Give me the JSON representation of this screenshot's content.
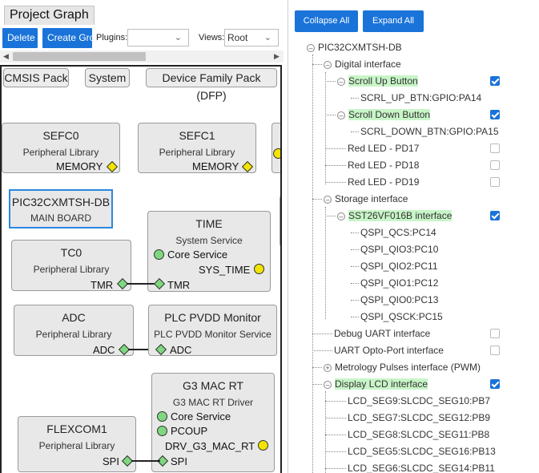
{
  "graph": {
    "tab_title": "Project Graph",
    "toolbar": {
      "delete_label": "Delete",
      "create_group_label": "Create Gro",
      "plugins_label": "Plugins:",
      "plugins_value": "",
      "views_label": "Views:",
      "views_value": "Root"
    },
    "packs": [
      "CMSIS Pack",
      "System",
      "Device Family Pack (DFP)"
    ],
    "components": {
      "sefc0": {
        "title": "SEFC0",
        "subtitle": "Peripheral Library",
        "port": "MEMORY"
      },
      "sefc1": {
        "title": "SEFC1",
        "subtitle": "Peripheral Library",
        "port": "MEMORY"
      },
      "board": {
        "title": "PIC32CXMTSH-DB",
        "subtitle": "MAIN BOARD"
      },
      "time": {
        "title": "TIME",
        "subtitle": "System Service",
        "dep": "Core Service",
        "port": "SYS_TIME"
      },
      "tc0": {
        "title": "TC0",
        "subtitle": "Peripheral Library",
        "port": "TMR"
      },
      "time_tmr": {
        "port": "TMR"
      },
      "adc": {
        "title": "ADC",
        "subtitle": "Peripheral Library",
        "port": "ADC"
      },
      "plc": {
        "title": "PLC PVDD Monitor",
        "subtitle": "PLC PVDD Monitor Service",
        "port": "ADC"
      },
      "g3": {
        "title": "G3 MAC RT",
        "subtitle": "G3 MAC RT Driver",
        "dep1": "Core Service",
        "dep2": "PCOUP",
        "port_out": "DRV_G3_MAC_RT",
        "port_in": "SPI"
      },
      "flexcom1": {
        "title": "FLEXCOM1",
        "subtitle": "Peripheral Library",
        "port": "SPI"
      }
    }
  },
  "tree_panel": {
    "collapse_label": "Collapse All",
    "expand_label": "Expand All",
    "root": "PIC32CXMTSH-DB",
    "rows": [
      {
        "text": "Digital interface",
        "checked": null,
        "hl": false
      },
      {
        "text": "Scroll Up Button",
        "checked": true,
        "hl": true
      },
      {
        "text": "SCRL_UP_BTN:GPIO:PA14",
        "checked": null,
        "hl": false
      },
      {
        "text": "Scroll Down Button",
        "checked": true,
        "hl": true
      },
      {
        "text": "SCRL_DOWN_BTN:GPIO:PA15",
        "checked": null,
        "hl": false
      },
      {
        "text": "Red LED - PD17",
        "checked": false,
        "hl": false
      },
      {
        "text": "Red LED - PD18",
        "checked": false,
        "hl": false
      },
      {
        "text": "Red LED - PD19",
        "checked": false,
        "hl": false
      },
      {
        "text": "Storage interface",
        "checked": null,
        "hl": false
      },
      {
        "text": "SST26VF016B interface",
        "checked": true,
        "hl": true
      },
      {
        "text": "QSPI_QCS:PC14",
        "checked": null,
        "hl": false
      },
      {
        "text": "QSPI_QIO3:PC10",
        "checked": null,
        "hl": false
      },
      {
        "text": "QSPI_QIO2:PC11",
        "checked": null,
        "hl": false
      },
      {
        "text": "QSPI_QIO1:PC12",
        "checked": null,
        "hl": false
      },
      {
        "text": "QSPI_QIO0:PC13",
        "checked": null,
        "hl": false
      },
      {
        "text": "QSPI_QSCK:PC15",
        "checked": null,
        "hl": false
      },
      {
        "text": "Debug UART interface",
        "checked": false,
        "hl": false
      },
      {
        "text": "UART Opto-Port interface",
        "checked": false,
        "hl": false
      },
      {
        "text": "Metrology Pulses interface (PWM)",
        "checked": null,
        "hl": false
      },
      {
        "text": "Display LCD interface",
        "checked": true,
        "hl": true
      },
      {
        "text": "LCD_SEG9:SLCDC_SEG10:PB7",
        "checked": null,
        "hl": false
      },
      {
        "text": "LCD_SEG7:SLCDC_SEG12:PB9",
        "checked": null,
        "hl": false
      },
      {
        "text": "LCD_SEG8:SLCDC_SEG11:PB8",
        "checked": null,
        "hl": false
      },
      {
        "text": "LCD_SEG5:SLCDC_SEG16:PB13",
        "checked": null,
        "hl": false
      },
      {
        "text": "LCD_SEG6:SLCDC_SEG14:PB11",
        "checked": null,
        "hl": false
      }
    ]
  }
}
